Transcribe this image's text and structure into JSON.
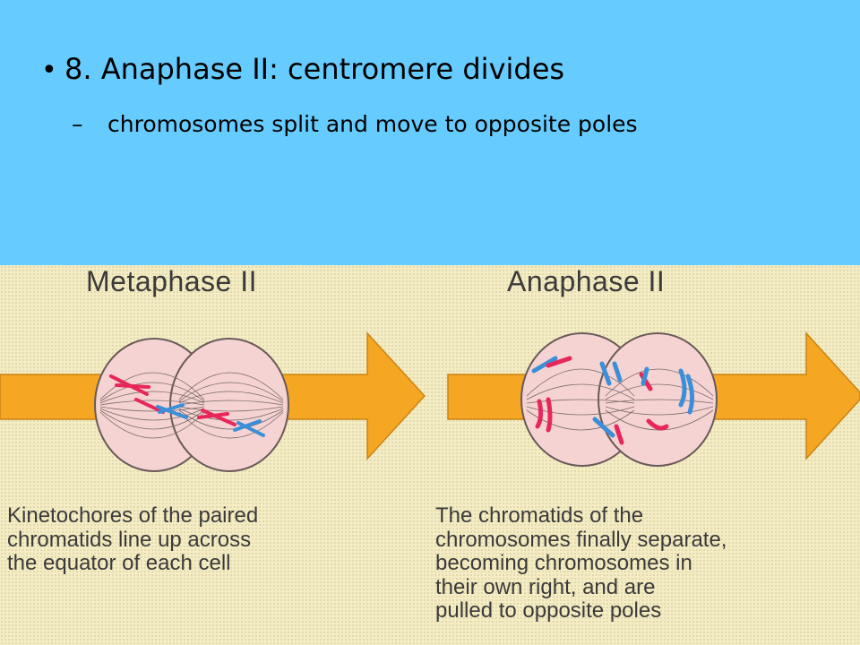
{
  "slide": {
    "bullet": {
      "marker": "•",
      "text": "8.  Anaphase II:  centromere divides"
    },
    "sub_bullet": {
      "marker": "–",
      "text": "chromosomes split and move to opposite poles"
    }
  },
  "figure": {
    "left_panel": {
      "title": "Metaphase II",
      "caption_lines": [
        "Kinetochores of the paired",
        "chromatids line up across",
        "the equator of each cell"
      ]
    },
    "right_panel": {
      "title": "Anaphase II",
      "caption_lines": [
        "The chromatids of the",
        "chromosomes finally separate,",
        "becoming chromosomes in",
        "their own right, and are",
        "pulled to opposite poles"
      ]
    },
    "colors": {
      "header_background": "#66ccff",
      "figure_background": "#f4edc4",
      "arrow": "#f5a623",
      "cell_fill": "#f5d3d3",
      "cell_outline": "#6a5a5a",
      "chromosome_red": "#e8265a",
      "chromosome_blue": "#3a8fd8"
    }
  }
}
